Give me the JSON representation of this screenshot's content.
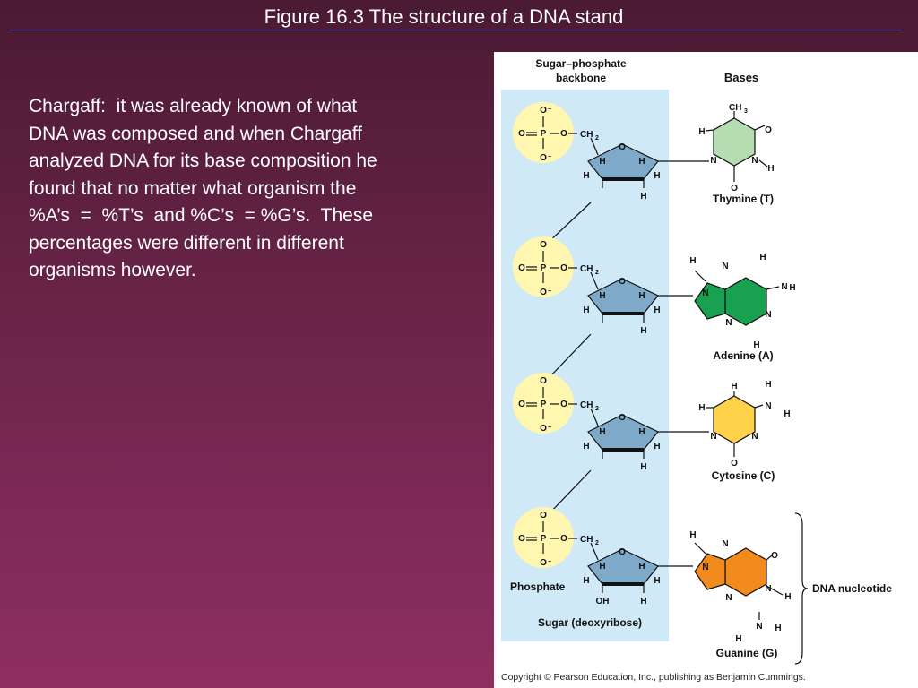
{
  "slide": {
    "title": "Figure 16.3  The structure of a DNA stand",
    "body_lines": [
      "Chargaff:  it was already known of what",
      "DNA was composed and when Chargaff",
      "analyzed DNA for its base composition he",
      "found that no matter what organism the",
      "%A’s  =  %T’s  and %C’s  = %G’s.  These",
      "percentages were different in different",
      "organisms however."
    ]
  },
  "figure": {
    "backbone_header_1": "Sugar–phosphate",
    "backbone_header_2": "backbone",
    "bases_header": "Bases",
    "phosphate_label": "Phosphate",
    "sugar_label": "Sugar (deoxyribose)",
    "dna_nucleotide_label": "DNA nucleotide",
    "copyright": "Copyright © Pearson Education, Inc., publishing as Benjamin Cummings.",
    "atoms": {
      "O": "O",
      "O_minus": "O",
      "minus": "−",
      "P": "P",
      "CH2": "CH",
      "two": "2",
      "H": "H",
      "N": "N",
      "OH": "OH",
      "CH3": "CH",
      "three": "3"
    },
    "bases": [
      {
        "name": "Thymine (T)",
        "color": "#b6dcb2"
      },
      {
        "name": "Adenine (A)",
        "color": "#19a050"
      },
      {
        "name": "Cytosine (C)",
        "color": "#ffd24a"
      },
      {
        "name": "Guanine (G)",
        "color": "#f28a1e"
      }
    ],
    "colors": {
      "backbone": "#cfe9f7",
      "phosphate": "#fff6b0",
      "sugar": "#7fa9c9"
    }
  }
}
